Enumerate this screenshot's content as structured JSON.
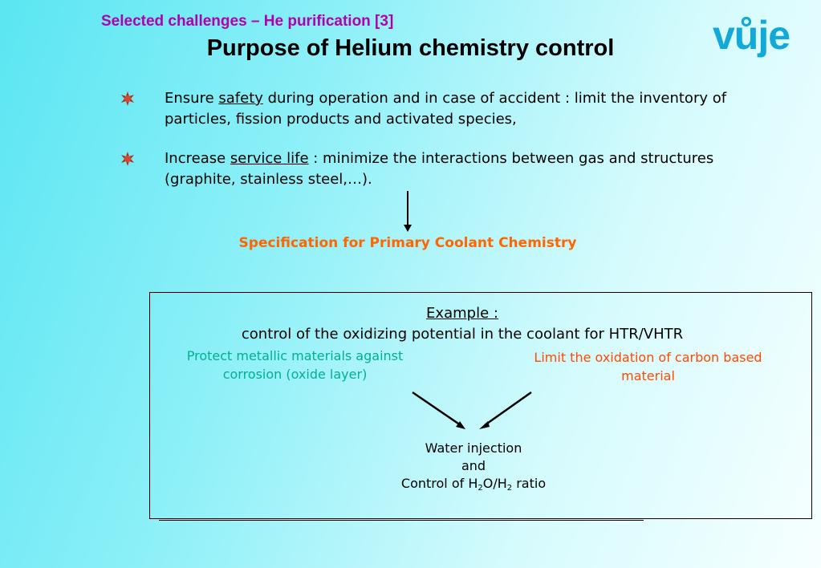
{
  "header": {
    "section_title": "Selected challenges – He purification [3]",
    "slide_title": "Purpose of Helium chemistry control",
    "logo_text": "vůje"
  },
  "bullets": [
    {
      "pre": "Ensure ",
      "keyword": "safety",
      "post": " during operation and in case of accident : limit the inventory of particles, fission products and activated species,"
    },
    {
      "pre": "Increase ",
      "keyword": "service life",
      "post": " : minimize the interactions between gas and structures (graphite, stainless steel,…)."
    }
  ],
  "specification": "Specification for Primary Coolant Chemistry",
  "example_box": {
    "heading": "Example :",
    "subheading": "control of the oxidizing potential in the coolant for HTR/VHTR",
    "left_goal": "Protect metallic materials against corrosion (oxide layer)",
    "right_goal": "Limit the oxidation of carbon based material",
    "result_line1": "Water injection",
    "result_line2": "and",
    "result_line3_pre": "Control of H",
    "result_sub1": "2",
    "result_mid": "O/H",
    "result_sub2": "2",
    "result_post": " ratio"
  },
  "colors": {
    "section_title": "#b000b0",
    "logo": "#12a9d6",
    "specification": "#ff6600",
    "left_goal": "#00b090",
    "right_goal": "#ff4a00",
    "bullet": "#b03020"
  },
  "icons": {
    "bullet": "starburst-bullet-icon"
  }
}
